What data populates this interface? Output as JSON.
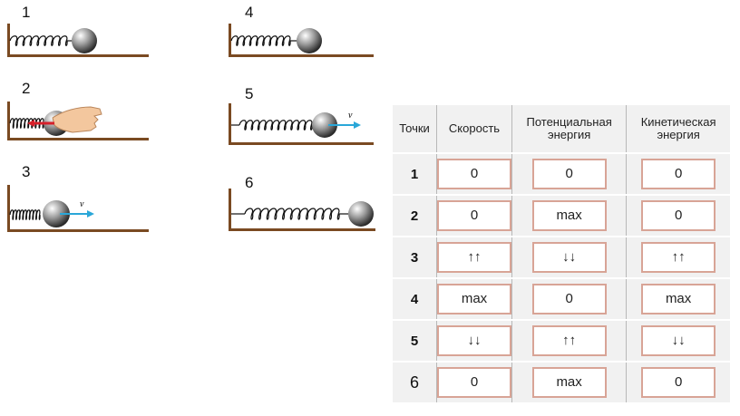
{
  "panels": [
    {
      "number": "1",
      "arrow": null,
      "arrow_label": null
    },
    {
      "number": "2",
      "arrow": "compress",
      "arrow_label": null
    },
    {
      "number": "3",
      "arrow": "velocity",
      "arrow_label": "v"
    },
    {
      "number": "4",
      "arrow": null,
      "arrow_label": null
    },
    {
      "number": "5",
      "arrow": "velocity",
      "arrow_label": "v"
    },
    {
      "number": "6",
      "arrow": null,
      "arrow_label": null
    }
  ],
  "table": {
    "headers": [
      "Точки",
      "Скорость",
      "Потенциальная энергия",
      "Кинетическая энергия"
    ],
    "rows": [
      {
        "point": "1",
        "speed": "0",
        "potential": "0",
        "kinetic": "0"
      },
      {
        "point": "2",
        "speed": "0",
        "potential": "max",
        "kinetic": "0"
      },
      {
        "point": "3",
        "speed": "↑↑",
        "potential": "↓↓",
        "kinetic": "↑↑"
      },
      {
        "point": "4",
        "speed": "max",
        "potential": "0",
        "kinetic": "max"
      },
      {
        "point": "5",
        "speed": "↓↓",
        "potential": "↑↑",
        "kinetic": "↓↓"
      },
      {
        "point": "6",
        "speed": "0",
        "potential": "max",
        "kinetic": "0"
      }
    ]
  },
  "colors": {
    "wall": "#7a4a22",
    "spring": "#111111",
    "arrow_blue": "#2aa7d8",
    "arrow_red": "#d6202a",
    "cell_border": "#d8a496"
  }
}
